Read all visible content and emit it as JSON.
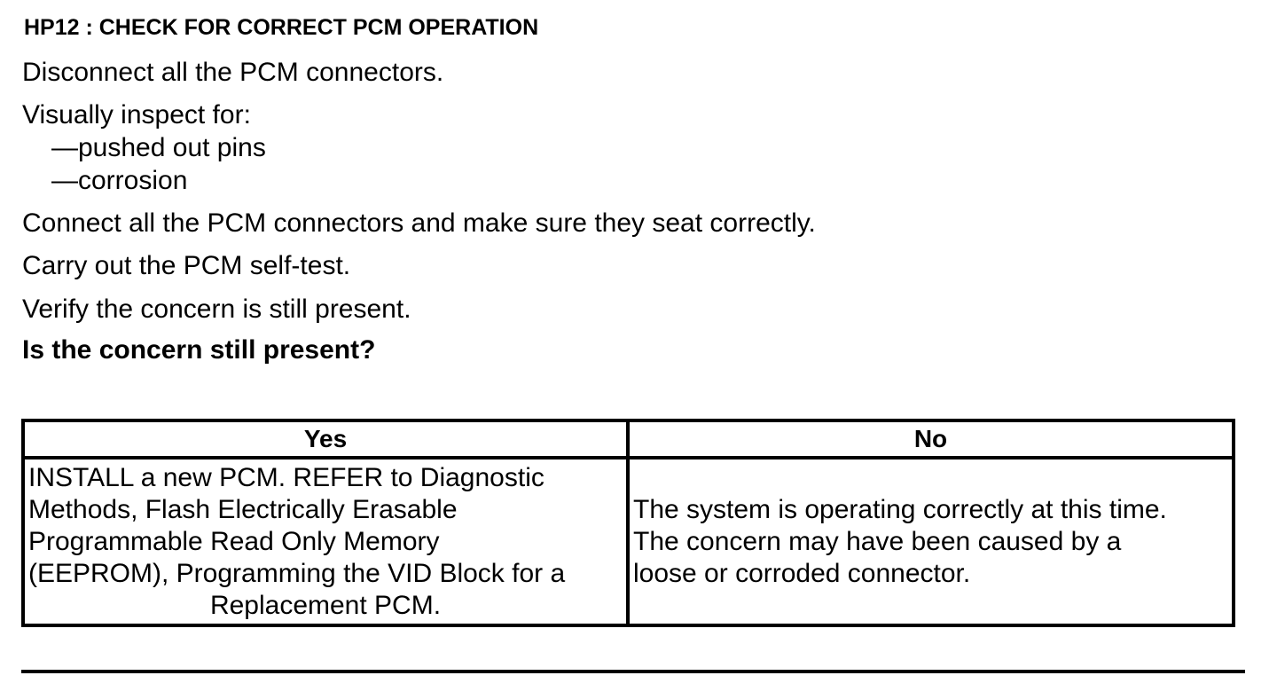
{
  "heading": "HP12 : CHECK FOR CORRECT PCM OPERATION",
  "steps": {
    "disconnect": "Disconnect all the PCM connectors.",
    "inspect": "Visually inspect for:",
    "inspect_items": [
      "—pushed out pins",
      "—corrosion"
    ],
    "connect": "Connect all the PCM connectors and make sure they seat correctly.",
    "selftest": "Carry out the PCM self-test.",
    "verify": "Verify the concern is still present.",
    "question": "Is the concern still present?"
  },
  "table": {
    "headers": [
      "Yes",
      "No"
    ],
    "yes_lines": [
      "INSTALL a new PCM. REFER to Diagnostic",
      "Methods, Flash Electrically Erasable",
      "Programmable Read Only Memory",
      "(EEPROM), Programming the VID Block for a",
      "Replacement PCM."
    ],
    "no_lines": [
      "The system is operating correctly at this time.",
      "The concern may have been caused by a",
      "loose or corroded connector."
    ]
  }
}
